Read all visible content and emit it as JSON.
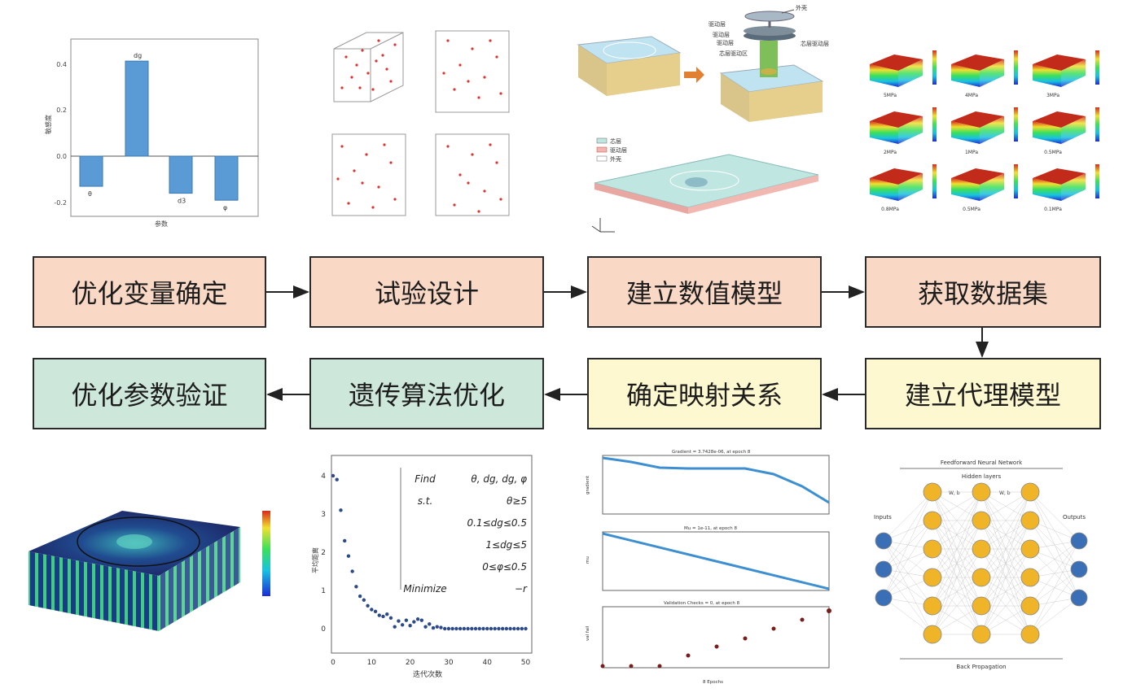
{
  "flow": {
    "row1": [
      "优化变量确定",
      "试验设计",
      "建立数值模型",
      "获取数据集"
    ],
    "row2": [
      "优化参数验证",
      "遗传算法优化",
      "确定映射关系",
      "建立代理模型"
    ]
  },
  "sensitivity_chart": {
    "ylabel": "敏感度",
    "xlabel": "参数",
    "ticks": [
      "0.4",
      "0.2",
      "0.0",
      "-0.2"
    ],
    "bar_labels": [
      "θ",
      "dg",
      "d3",
      "φ"
    ],
    "values": [
      -0.13,
      0.41,
      -0.16,
      -0.19
    ]
  },
  "fe_model": {
    "part_labels": [
      "外壳",
      "驱动层",
      "驱动层",
      "芯层驱动层",
      "驱动层",
      "芯层驱动区"
    ],
    "legend": [
      "芯层",
      "驱动层",
      "外壳"
    ]
  },
  "pressure_grid": {
    "labels": [
      "5MPa",
      "4MPa",
      "3MPa",
      "2MPa",
      "1MPa",
      "0.5MPa",
      "0.8MPa",
      "0.5MPa",
      "0.1MPa"
    ]
  },
  "ga_chart": {
    "ylabel": "平均距离",
    "xlabel": "迭代次数",
    "yticks": [
      "0",
      "1",
      "2",
      "3",
      "4"
    ],
    "xticks": [
      "0",
      "10",
      "20",
      "30",
      "40",
      "50"
    ],
    "formula": [
      [
        "Find",
        "θ, dg, dg, φ"
      ],
      [
        "s.t.",
        "θ≥5"
      ],
      [
        "",
        "0.1≤dg≤0.5"
      ],
      [
        "",
        "1≤dg≤5"
      ],
      [
        "",
        "0≤φ≤0.5"
      ],
      [
        "Minimize",
        "−r"
      ]
    ],
    "points": [
      [
        0,
        4.0
      ],
      [
        1,
        3.9
      ],
      [
        2,
        3.1
      ],
      [
        3,
        2.3
      ],
      [
        4,
        1.9
      ],
      [
        5,
        1.5
      ],
      [
        6,
        1.1
      ],
      [
        7,
        0.85
      ],
      [
        8,
        0.75
      ],
      [
        9,
        0.6
      ],
      [
        10,
        0.5
      ],
      [
        11,
        0.45
      ],
      [
        12,
        0.35
      ],
      [
        13,
        0.32
      ],
      [
        14,
        0.38
      ],
      [
        15,
        0.28
      ],
      [
        16,
        0.05
      ],
      [
        17,
        0.2
      ],
      [
        18,
        0.1
      ],
      [
        19,
        0.22
      ],
      [
        20,
        0.08
      ],
      [
        21,
        0.18
      ],
      [
        22,
        0.25
      ],
      [
        23,
        0.22
      ],
      [
        24,
        0.05
      ],
      [
        25,
        0.12
      ],
      [
        26,
        0.02
      ],
      [
        27,
        0.05
      ],
      [
        28,
        0.03
      ],
      [
        29,
        0.0
      ],
      [
        30,
        0.0
      ],
      [
        31,
        0.0
      ],
      [
        32,
        0.0
      ],
      [
        33,
        0.0
      ],
      [
        34,
        0.0
      ],
      [
        35,
        0.0
      ],
      [
        36,
        0.0
      ],
      [
        37,
        0.0
      ],
      [
        38,
        0.0
      ],
      [
        39,
        0.0
      ],
      [
        40,
        0.0
      ],
      [
        41,
        0.0
      ],
      [
        42,
        0.0
      ],
      [
        43,
        0.0
      ],
      [
        44,
        0.0
      ],
      [
        45,
        0.0
      ],
      [
        46,
        0.0
      ],
      [
        47,
        0.0
      ],
      [
        48,
        0.0
      ],
      [
        49,
        0.0
      ],
      [
        50,
        0.0
      ]
    ]
  },
  "training_chart": {
    "titles": [
      "Gradient = 3.7428e-06, at epoch 8",
      "Mu = 1e-11, at epoch 8",
      "Validation Checks = 0, at epoch 8"
    ],
    "ylabels": [
      "gradient",
      "mu",
      "val fail"
    ],
    "xlabel": "8 Epochs"
  },
  "nn": {
    "title": "Feedforward Neural Network",
    "hidden": "Hidden layers",
    "inputs": "Inputs",
    "outputs": "Outputs",
    "backprop": "Back Propagation",
    "weight1": "W, b",
    "weight2": "W, b"
  },
  "colors": {
    "orange": "#f9d9c6",
    "yellow": "#fdf8cf",
    "green": "#cde8da",
    "bar": "#5b9bd5",
    "node": "#f0b429",
    "input": "#3a6fb5"
  }
}
